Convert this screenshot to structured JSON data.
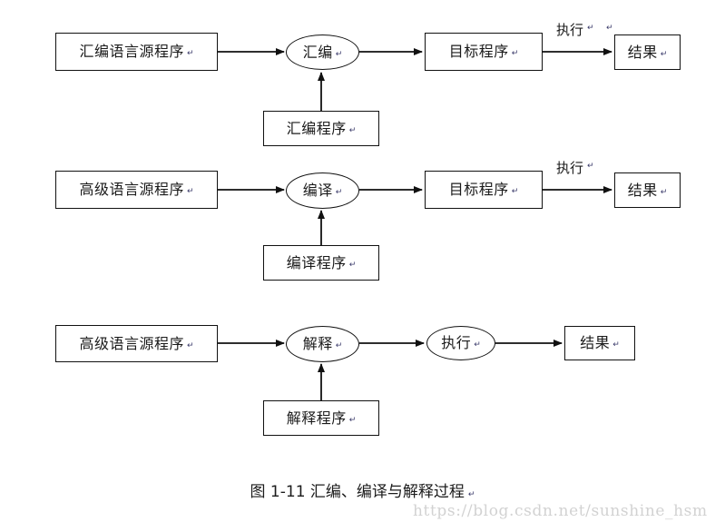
{
  "figure": {
    "caption": "图 1-11 汇编、编译与解释过程",
    "caption_mark": "↵",
    "watermark": "https://blog.csdn.net/sunshine_hsm"
  },
  "colors": {
    "stroke": "#111111",
    "text": "#1b1b1b",
    "background": "#ffffff",
    "watermark": "#d2d2d2",
    "pilcrow": "#3a3a6a"
  },
  "diagram": {
    "type": "flowchart",
    "rows": [
      {
        "name": "assembly-process",
        "source_label": "汇编语言源程序",
        "process_label": "汇编",
        "tool_label": "汇编程序",
        "output_label": "目标程序",
        "execute_label": "执行",
        "result_label": "结果"
      },
      {
        "name": "compile-process",
        "source_label": "高级语言源程序",
        "process_label": "编译",
        "tool_label": "编译程序",
        "output_label": "目标程序",
        "execute_label": "执行",
        "result_label": "结果"
      },
      {
        "name": "interpret-process",
        "source_label": "高级语言源程序",
        "process_label": "解释",
        "tool_label": "解释程序",
        "execute_label": "执行",
        "result_label": "结果"
      }
    ],
    "marks": {
      "pilcrow": "↵"
    }
  }
}
